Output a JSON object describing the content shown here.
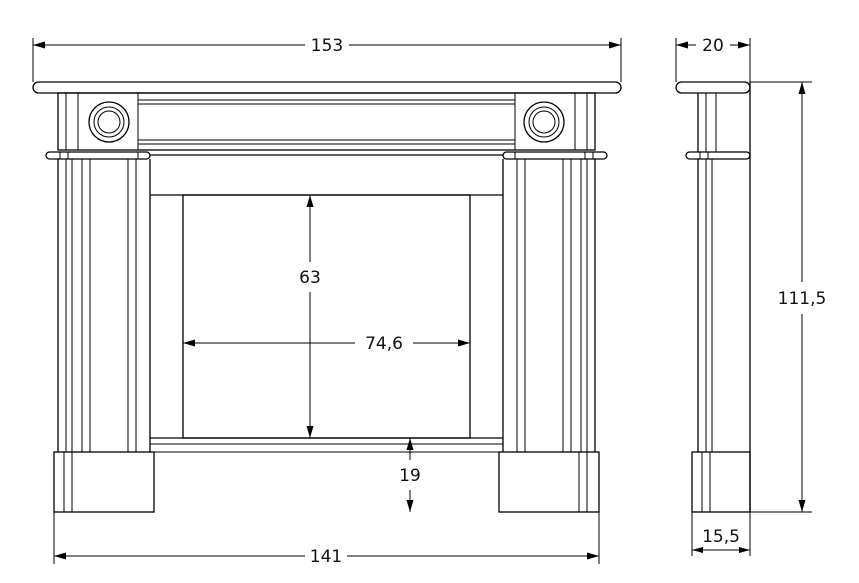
{
  "dimensions": {
    "overall_width": "153",
    "side_depth": "20",
    "opening_height": "63",
    "opening_width": "74,6",
    "hearth_height": "19",
    "base_width": "141",
    "overall_height": "111,5",
    "base_depth": "15,5"
  }
}
